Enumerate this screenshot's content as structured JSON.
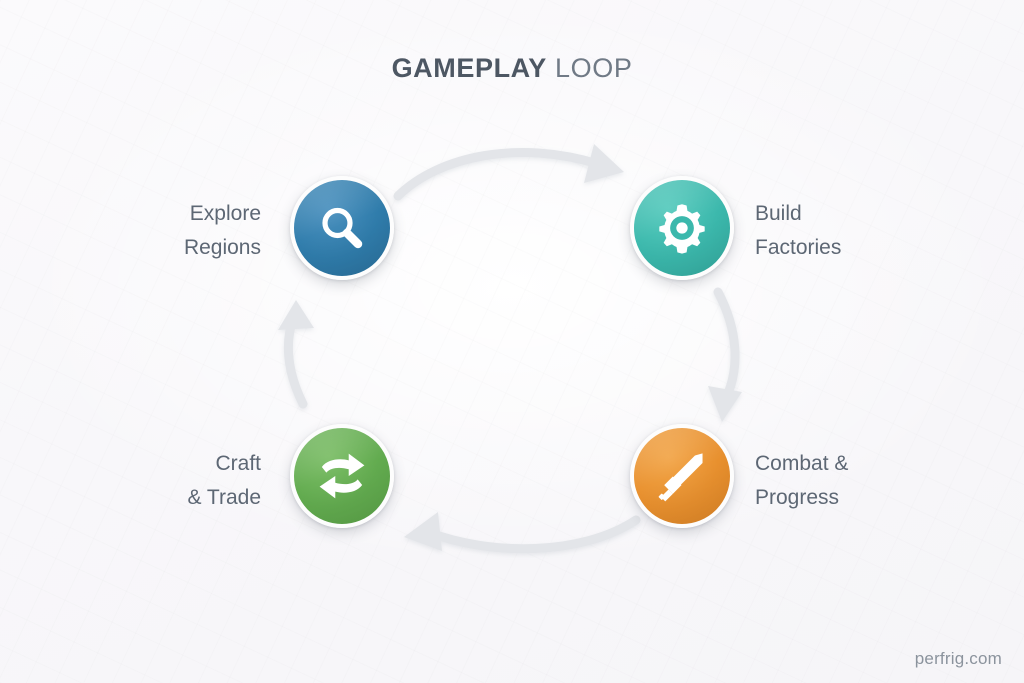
{
  "page": {
    "title_bold": "GAMEPLAY",
    "title_light": " LOOP",
    "watermark": "perfrig.com",
    "background_color": "#f8f7fa"
  },
  "diagram": {
    "type": "cycle",
    "direction": "clockwise",
    "arrow_color": "#e2e4e8",
    "nodes": [
      {
        "id": "explore",
        "label": "Explore\nRegions",
        "label_side": "left",
        "icon": "magnifier-icon",
        "color": "#2f7cab",
        "position": "top-left"
      },
      {
        "id": "build",
        "label": "Build\nFactories",
        "label_side": "right",
        "icon": "gear-icon",
        "color": "#3bb8ac",
        "position": "top-right"
      },
      {
        "id": "combat",
        "label": "Combat &\nProgress",
        "label_side": "right",
        "icon": "sword-icon",
        "color": "#e8902e",
        "position": "bottom-right"
      },
      {
        "id": "craft",
        "label": "Craft\n& Trade",
        "label_side": "left",
        "icon": "exchange-arrows-icon",
        "color": "#62ab4f",
        "position": "bottom-left"
      }
    ],
    "arrows": [
      {
        "id": "explore-to-build",
        "from": "explore",
        "to": "build"
      },
      {
        "id": "build-to-combat",
        "from": "build",
        "to": "combat"
      },
      {
        "id": "combat-to-craft",
        "from": "combat",
        "to": "craft"
      },
      {
        "id": "craft-to-explore",
        "from": "craft",
        "to": "explore"
      }
    ]
  }
}
